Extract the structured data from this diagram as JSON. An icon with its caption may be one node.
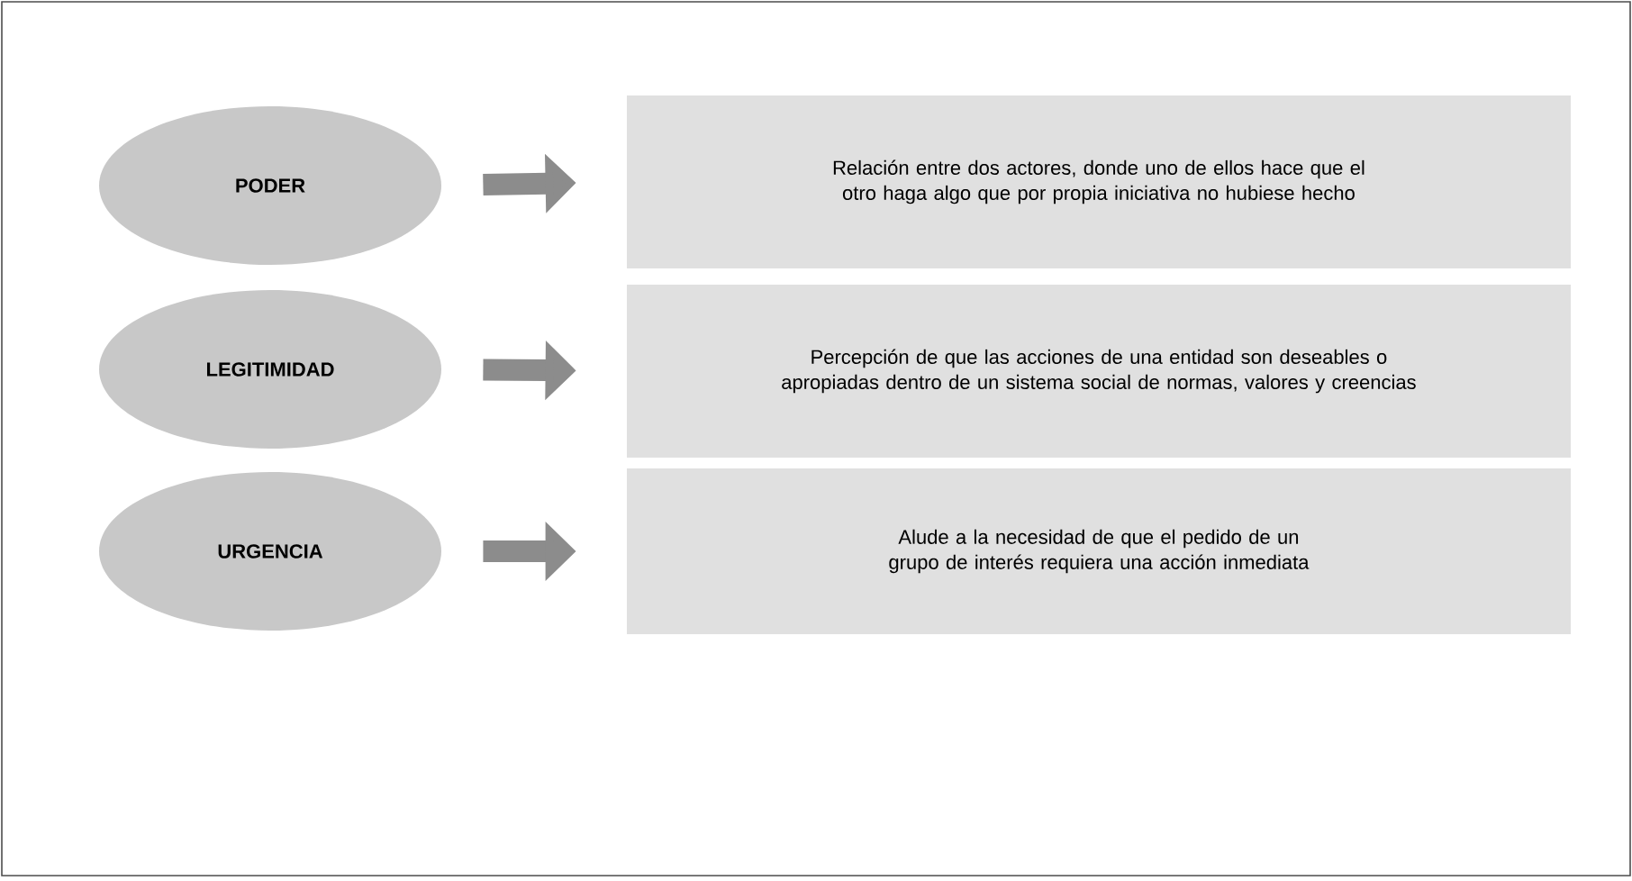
{
  "diagram": {
    "nodes": [
      {
        "text": [
          "PODER"
        ]
      },
      {
        "text": [
          "Relación entre dos actores, donde uno de ellos hace que el otro haga algo que por propia iniciativa no hubiese hecho"
        ]
      },
      {
        "text": [
          "LEGITIMIDAD"
        ]
      },
      {
        "text": [
          "Percepción de que las acciones de una entidad son deseables o apropiadas dentro de un sistema social de normas, valores y creencias"
        ]
      },
      {
        "text": [
          "URGENCIA"
        ]
      },
      {
        "text": [
          "Alude a la necesidad de que el pedido de un grupo de interés requiera una acción inmediata"
        ]
      }
    ],
    "edges": [
      {
        "from": 0,
        "to": 1,
        "arrow": "to"
      },
      {
        "from": 2,
        "to": 3,
        "arrow": "to"
      },
      {
        "from": 4,
        "to": 5,
        "arrow": "to"
      }
    ]
  }
}
